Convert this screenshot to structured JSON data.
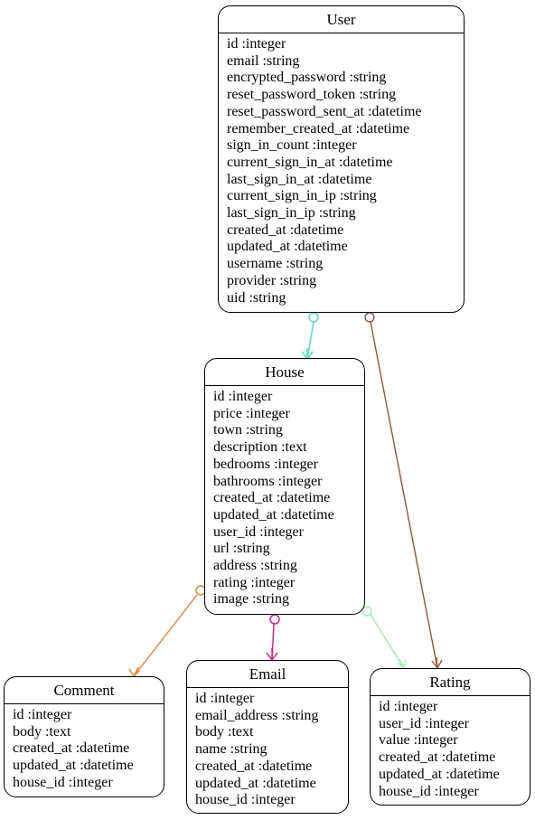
{
  "entities": {
    "user": {
      "title": "User",
      "attributes": [
        "id :integer",
        "email :string",
        "encrypted_password :string",
        "reset_password_token :string",
        "reset_password_sent_at :datetime",
        "remember_created_at :datetime",
        "sign_in_count :integer",
        "current_sign_in_at :datetime",
        "last_sign_in_at :datetime",
        "current_sign_in_ip :string",
        "last_sign_in_ip :string",
        "created_at :datetime",
        "updated_at :datetime",
        "username :string",
        "provider :string",
        "uid :string"
      ]
    },
    "house": {
      "title": "House",
      "attributes": [
        "id :integer",
        "price :integer",
        "town :string",
        "description :text",
        "bedrooms :integer",
        "bathrooms :integer",
        "created_at :datetime",
        "updated_at :datetime",
        "user_id :integer",
        "url :string",
        "address :string",
        "rating :integer",
        "image :string"
      ]
    },
    "comment": {
      "title": "Comment",
      "attributes": [
        "id :integer",
        "body :text",
        "created_at :datetime",
        "updated_at :datetime",
        "house_id :integer"
      ]
    },
    "email": {
      "title": "Email",
      "attributes": [
        "id :integer",
        "email_address :string",
        "body :text",
        "name :string",
        "created_at :datetime",
        "updated_at :datetime",
        "house_id :integer"
      ]
    },
    "rating": {
      "title": "Rating",
      "attributes": [
        "id :integer",
        "user_id :integer",
        "value :integer",
        "created_at :datetime",
        "updated_at :datetime",
        "house_id :integer"
      ]
    }
  },
  "relationships": [
    {
      "from": "User",
      "to": "House",
      "color": "#3ee6b8"
    },
    {
      "from": "User",
      "to": "Rating",
      "color": "#a0522d"
    },
    {
      "from": "House",
      "to": "Comment",
      "color": "#f07f2c"
    },
    {
      "from": "House",
      "to": "Email",
      "color": "#e8127f"
    },
    {
      "from": "House",
      "to": "Rating",
      "color": "#98f5b0"
    }
  ]
}
